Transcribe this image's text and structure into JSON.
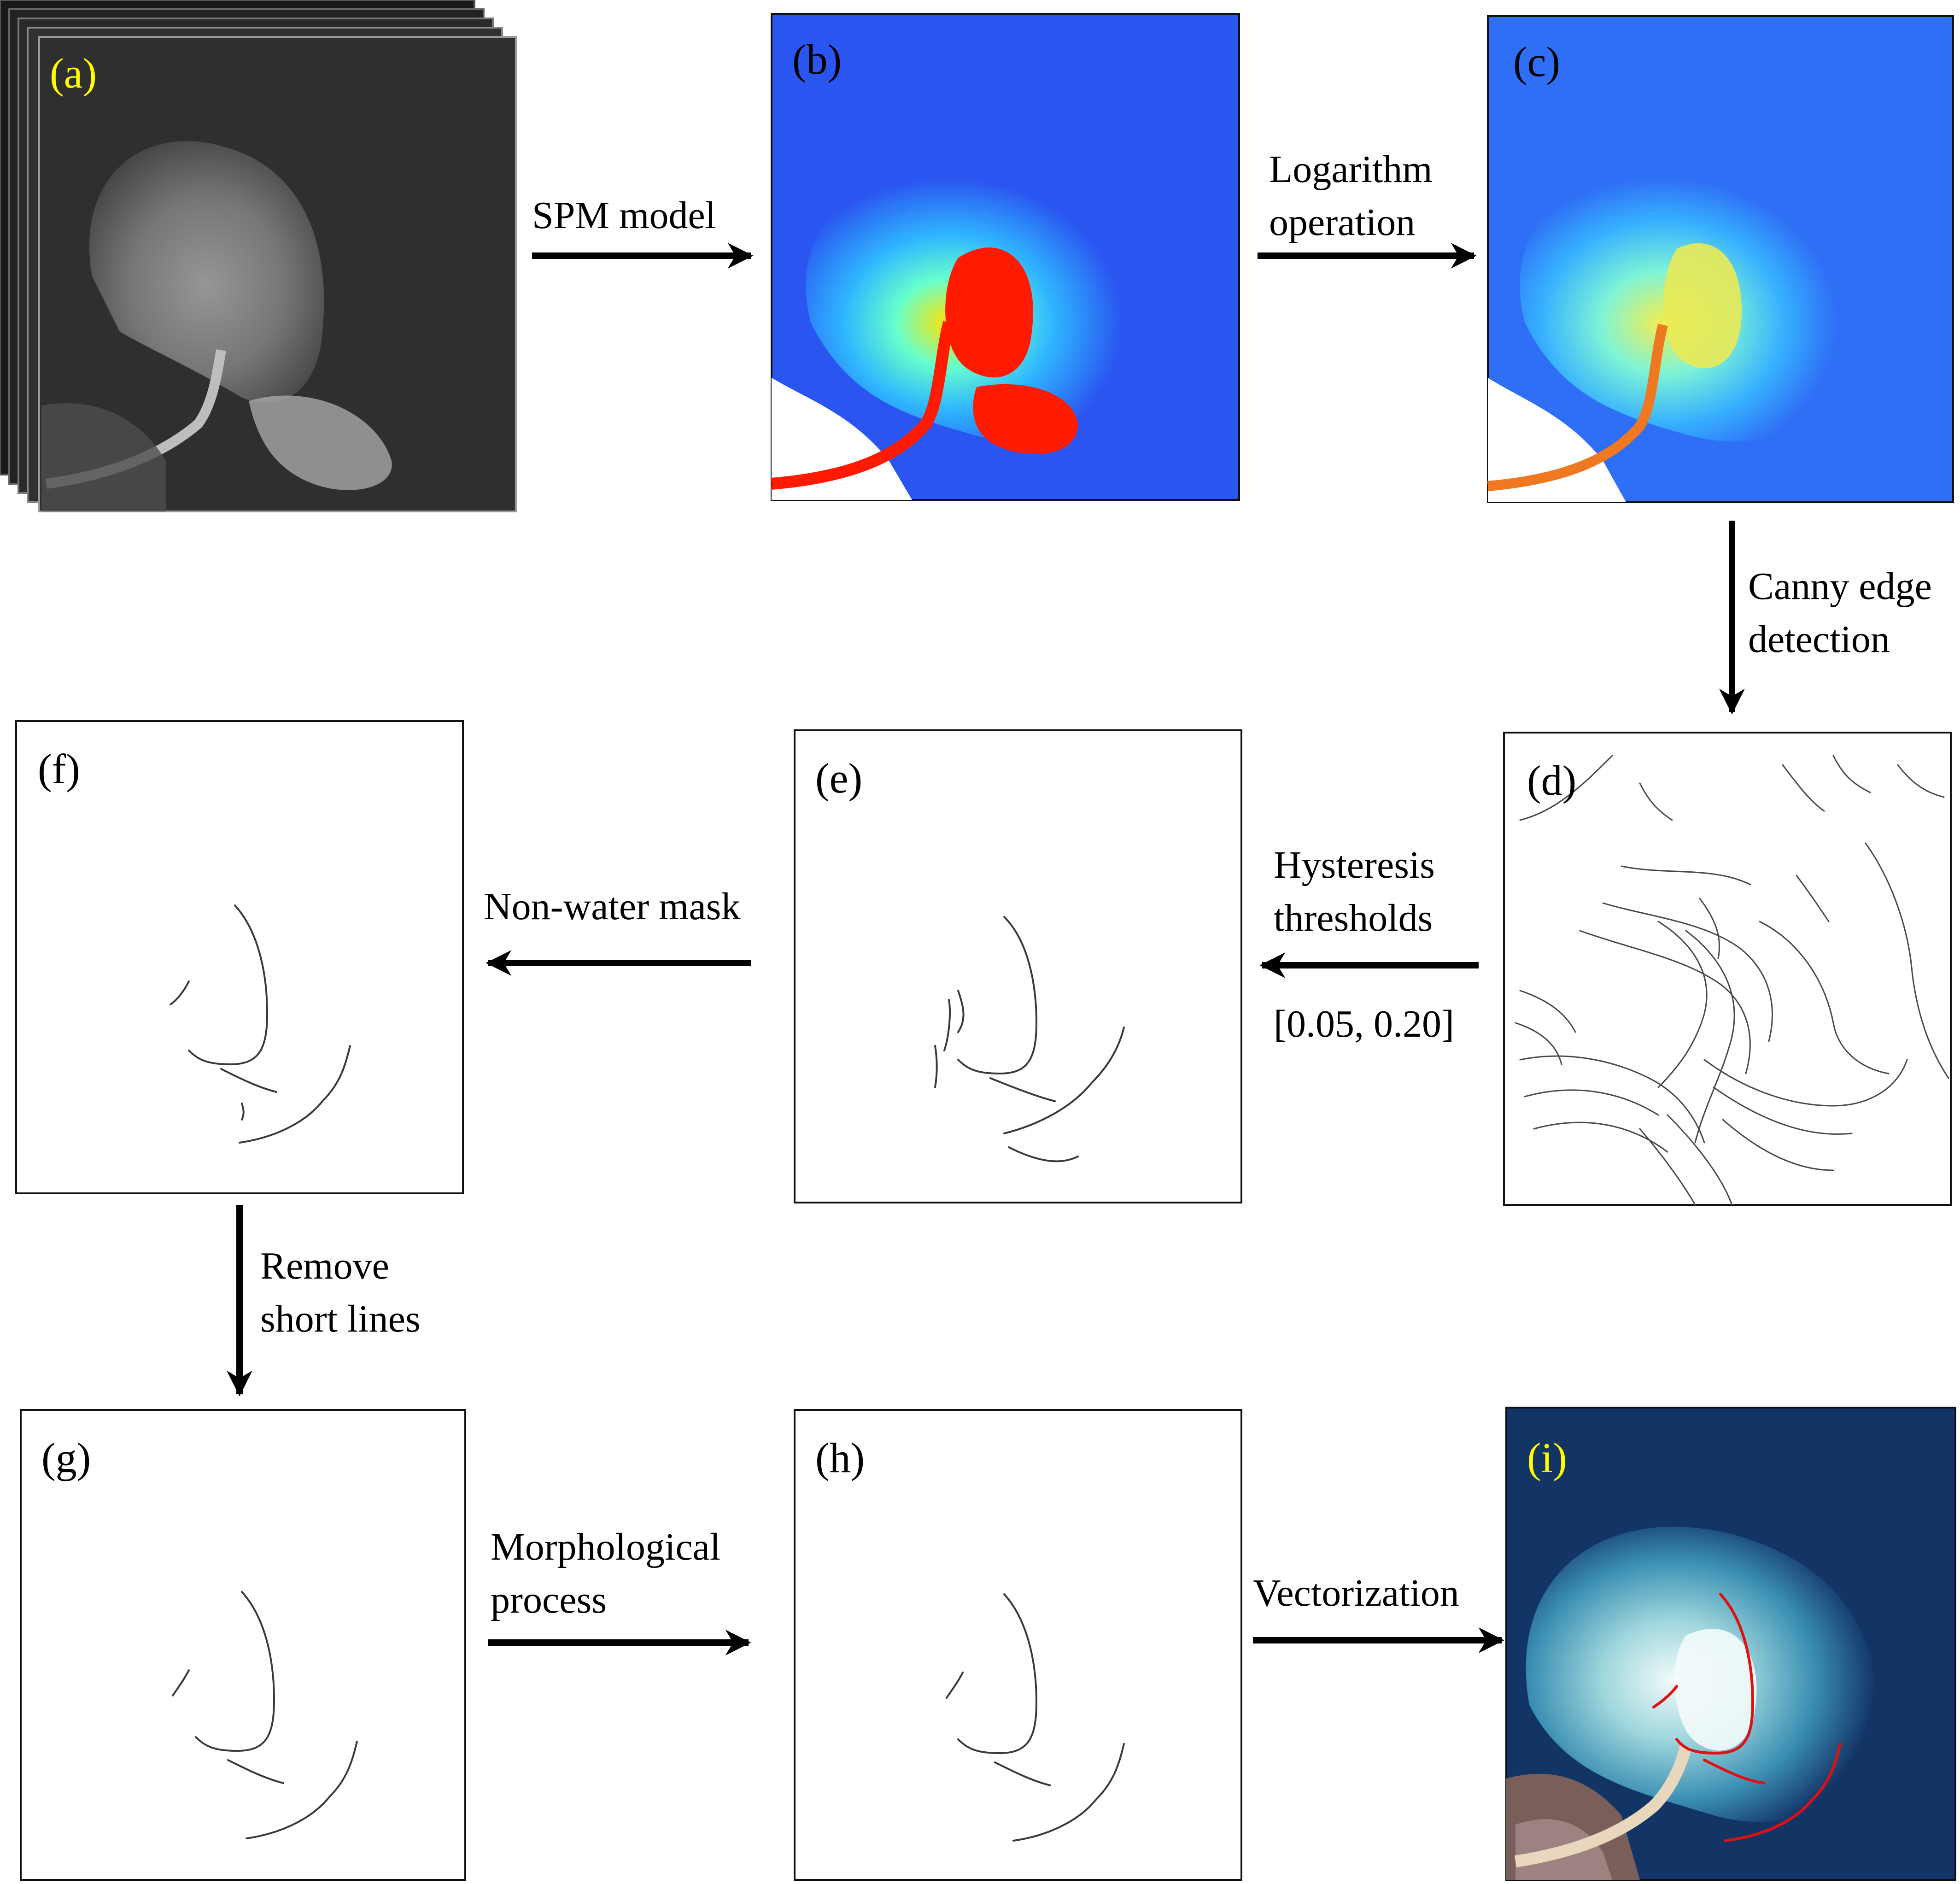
{
  "colors": {
    "tag_yellow": "#ffff00",
    "tag_black": "#000000",
    "plume_red": "#ff1a00",
    "sea_blue": "#2a55f0",
    "deep_navy": "#123566",
    "coastline_red": "#e01010"
  },
  "panels": {
    "a": {
      "tag": "(a)"
    },
    "b": {
      "tag": "(b)"
    },
    "c": {
      "tag": "(c)"
    },
    "d": {
      "tag": "(d)"
    },
    "e": {
      "tag": "(e)"
    },
    "f": {
      "tag": "(f)"
    },
    "g": {
      "tag": "(g)"
    },
    "h": {
      "tag": "(h)"
    },
    "i": {
      "tag": "(i)"
    }
  },
  "steps": {
    "a_to_b": {
      "lines": [
        "SPM model"
      ]
    },
    "b_to_c": {
      "lines": [
        "Logarithm",
        "operation"
      ]
    },
    "c_to_d": {
      "lines": [
        "Canny edge",
        "detection"
      ]
    },
    "d_to_e": {
      "lines": [
        "Hysteresis",
        "thresholds"
      ],
      "extra": "[0.05, 0.20]"
    },
    "e_to_f": {
      "lines": [
        "Non-water mask"
      ]
    },
    "f_to_g": {
      "lines": [
        "Remove",
        "short lines"
      ]
    },
    "g_to_h": {
      "lines": [
        "Morphological",
        "process"
      ]
    },
    "h_to_i": {
      "lines": [
        "Vectorization"
      ]
    }
  }
}
